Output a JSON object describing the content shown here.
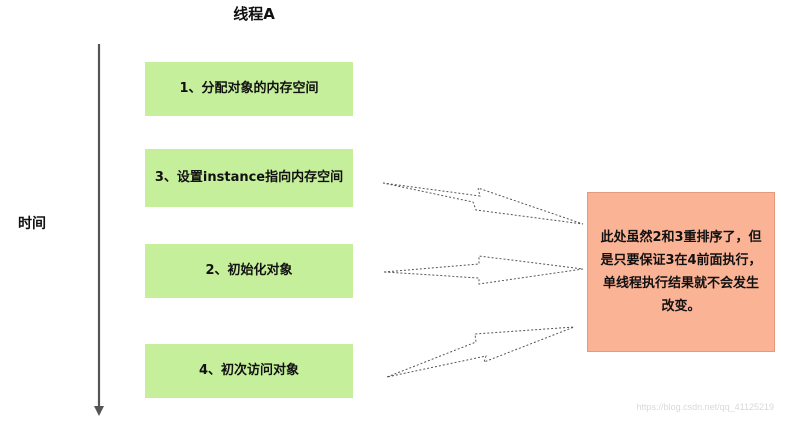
{
  "title": "线程A",
  "time_label": "时间",
  "steps": [
    {
      "label": "1、分配对象的内存空间"
    },
    {
      "label": "3、设置instance指向内存空间"
    },
    {
      "label": "2、初始化对象"
    },
    {
      "label": "4、初次访问对象"
    }
  ],
  "note": "此处虽然2和3重排序了，但是只要保证3在4前面执行，单线程执行结果就不会发生改变。",
  "watermark": "https://blog.csdn.net/qq_41125219",
  "colors": {
    "step_fill": "#c6ef9c",
    "note_fill": "#fbb395",
    "axis": "#555555"
  }
}
